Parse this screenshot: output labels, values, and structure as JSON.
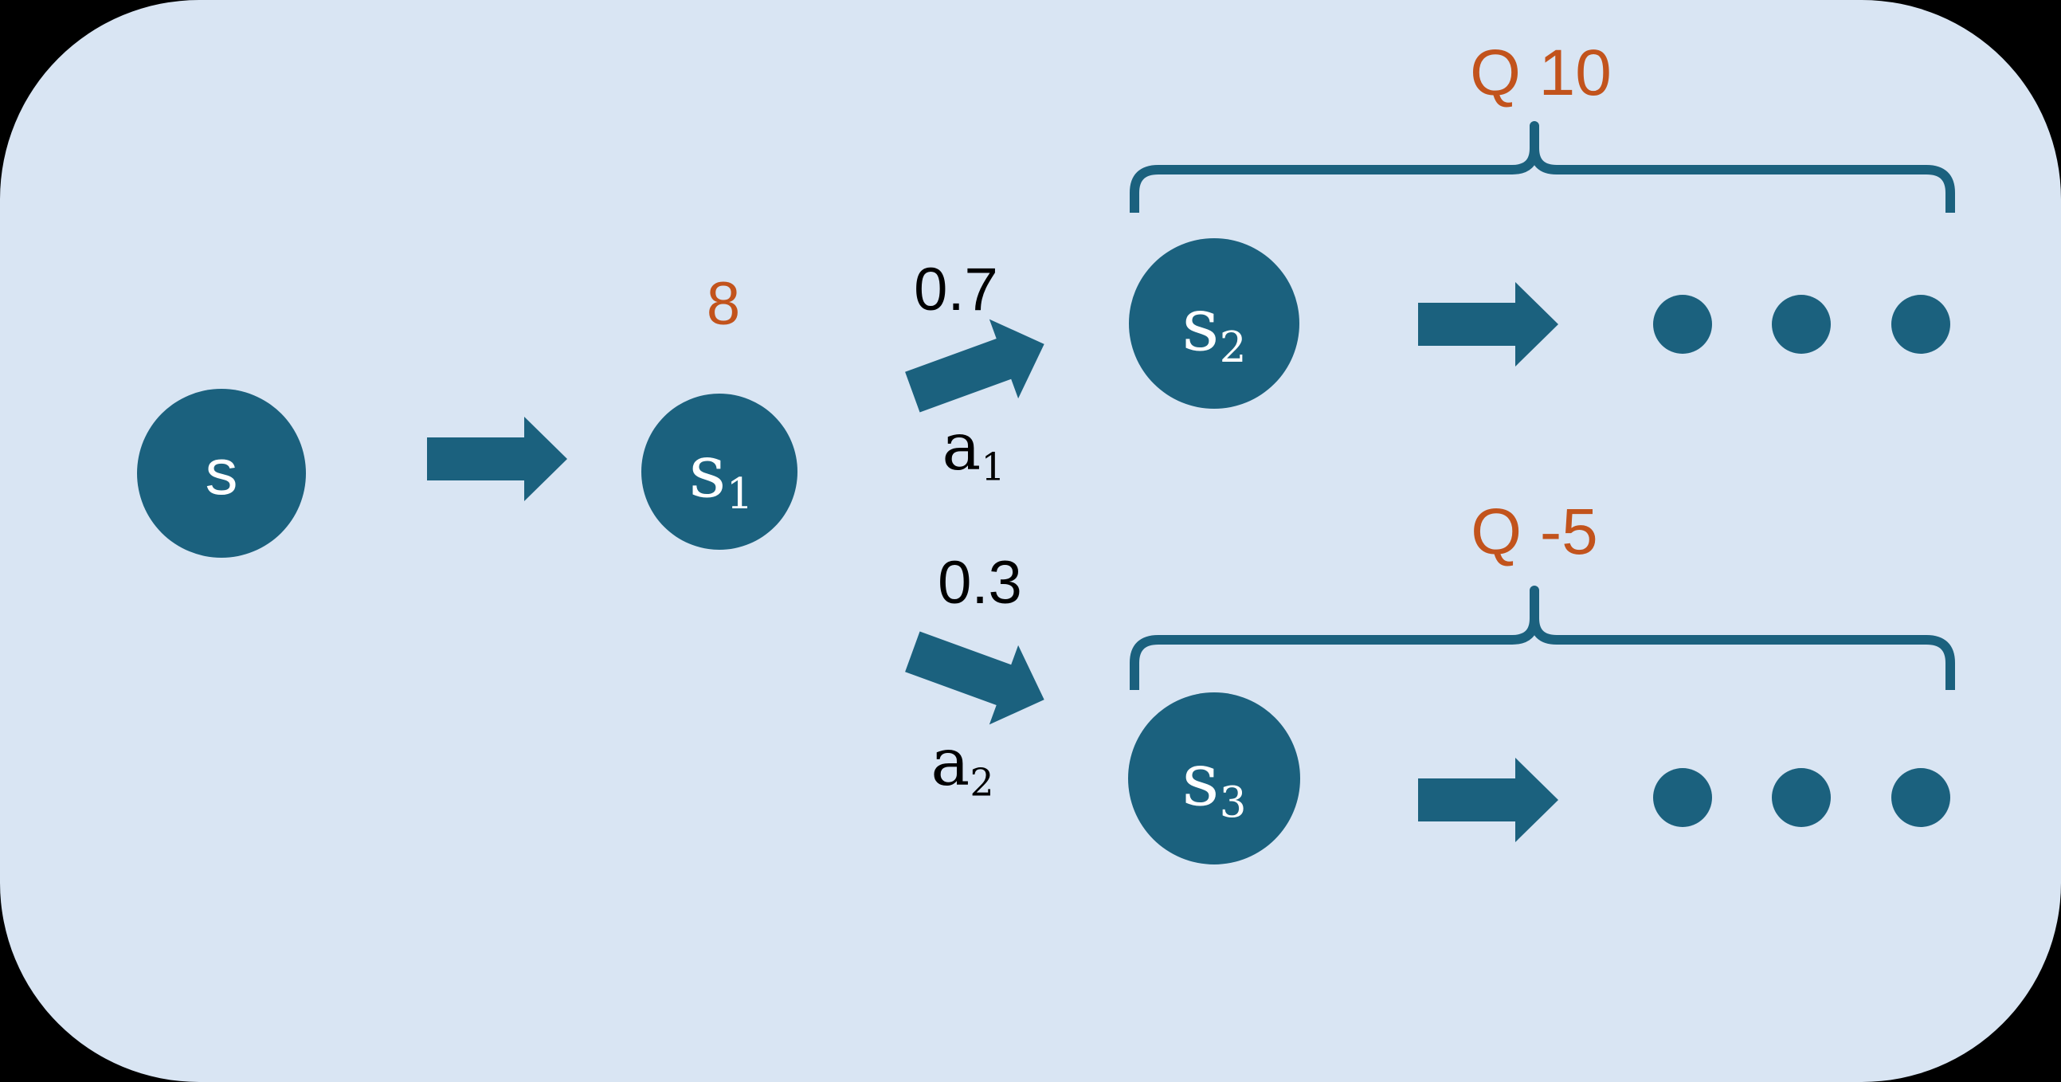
{
  "colors": {
    "teal": "#1b617e",
    "orange": "#c2531c",
    "panel_bg": "#d9e5f3",
    "page_bg": "#000000",
    "node_text": "#ffffff",
    "label_text": "#000000"
  },
  "nodes": {
    "s": {
      "base": "s",
      "sub": ""
    },
    "s1": {
      "base": "s",
      "sub": "1"
    },
    "s2": {
      "base": "s",
      "sub": "2"
    },
    "s3": {
      "base": "s",
      "sub": "3"
    }
  },
  "actions": {
    "a1": {
      "base": "a",
      "sub": "1"
    },
    "a2": {
      "base": "a",
      "sub": "2"
    }
  },
  "probabilities": {
    "a1": "0.7",
    "a2": "0.3"
  },
  "reward": "8",
  "q_values": {
    "top": "Q 10",
    "bottom": "Q -5"
  }
}
